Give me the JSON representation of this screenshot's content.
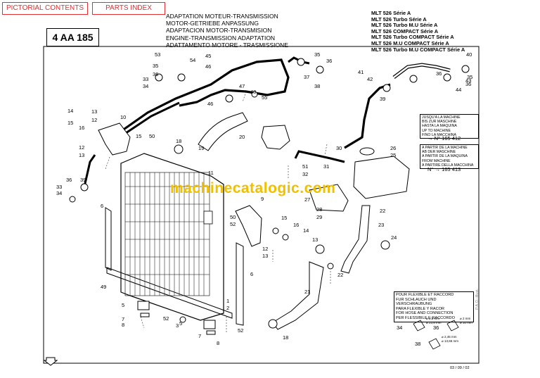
{
  "nav": {
    "pictorial_contents": "PICTORIAL CONTENTS",
    "parts_index": "PARTS INDEX"
  },
  "header": {
    "reference": "4 AA 185",
    "titles": [
      "ADAPTATION MOTEUR-TRANSMISSION",
      "MOTOR-GETRIEBE ANPASSUNG",
      "ADAPTACION MOTOR-TRANSMISION",
      "ENGINE-TRANSMISSION ADAPTATION",
      "ADATTAMENTO MOTORE - TRASMISSIONE"
    ],
    "models": [
      "MLT 526 Série A",
      "MLT 526 Turbo Série A",
      "MLT 526 Turbo M.U Série A",
      "MLT 526 COMPACT Série A",
      "MLT 526 Turbo COMPACT Série A",
      "MLT 526 M.U COMPACT Série A",
      "MLT 526 Turbo M.U COMPACT Série A"
    ]
  },
  "watermark": "machinecatalogic.com",
  "notes": {
    "up_to": {
      "lines": [
        "JUSQU'A LA MACHINE",
        "BIS ZUR MASCHINE",
        "HASTA LA MAQUINA",
        "UP TO MACHINE",
        "FINO LA MACCHINA"
      ],
      "ref": "165 412"
    },
    "from": {
      "lines": [
        "A PARTIR DE LA MACHINE",
        "AB DER MASCHINE",
        "A PARTIR DE LA MAQUINA",
        "FROM MACHINE",
        "A PARTIRE DELLA MACCHINA"
      ],
      "ref": "165 413"
    },
    "hose": {
      "lines": [
        "POUR FLEXIBLE ET RACCORD",
        "FUR SCHLAUCH UND VERSCHRAUBUNG",
        "PARA FLEXIBLE Y RACOR",
        "FOR HOSE AND CONNECTION",
        "PER FLESSIBILE E RACCORDO"
      ]
    }
  },
  "footer": {
    "date": "03 / 09 / 02",
    "illustration": "P.A.O.-Illust."
  },
  "callouts": [
    {
      "n": "53"
    },
    {
      "n": "54"
    },
    {
      "n": "45"
    },
    {
      "n": "46"
    },
    {
      "n": "35"
    },
    {
      "n": "36"
    },
    {
      "n": "35"
    },
    {
      "n": "36"
    },
    {
      "n": "37"
    },
    {
      "n": "38"
    },
    {
      "n": "33"
    },
    {
      "n": "34"
    },
    {
      "n": "47"
    },
    {
      "n": "48"
    },
    {
      "n": "55"
    },
    {
      "n": "46"
    },
    {
      "n": "41"
    },
    {
      "n": "42"
    },
    {
      "n": "40"
    },
    {
      "n": "36"
    },
    {
      "n": "39"
    },
    {
      "n": "35"
    },
    {
      "n": "36"
    },
    {
      "n": "43"
    },
    {
      "n": "44"
    },
    {
      "n": "14"
    },
    {
      "n": "13"
    },
    {
      "n": "12"
    },
    {
      "n": "10"
    },
    {
      "n": "15"
    },
    {
      "n": "16"
    },
    {
      "n": "20"
    },
    {
      "n": "15"
    },
    {
      "n": "50"
    },
    {
      "n": "19"
    },
    {
      "n": "18"
    },
    {
      "n": "12"
    },
    {
      "n": "13"
    },
    {
      "n": "30"
    },
    {
      "n": "26"
    },
    {
      "n": "25"
    },
    {
      "n": "51"
    },
    {
      "n": "32"
    },
    {
      "n": "31"
    },
    {
      "n": "36"
    },
    {
      "n": "39"
    },
    {
      "n": "33"
    },
    {
      "n": "34"
    },
    {
      "n": "11"
    },
    {
      "n": "27"
    },
    {
      "n": "6"
    },
    {
      "n": "9"
    },
    {
      "n": "28"
    },
    {
      "n": "29"
    },
    {
      "n": "22"
    },
    {
      "n": "50"
    },
    {
      "n": "52"
    },
    {
      "n": "16"
    },
    {
      "n": "15"
    },
    {
      "n": "14"
    },
    {
      "n": "13"
    },
    {
      "n": "23"
    },
    {
      "n": "24"
    },
    {
      "n": "12"
    },
    {
      "n": "13"
    },
    {
      "n": "22"
    },
    {
      "n": "6"
    },
    {
      "n": "49"
    },
    {
      "n": "1"
    },
    {
      "n": "2"
    },
    {
      "n": "21"
    },
    {
      "n": "5"
    },
    {
      "n": "7"
    },
    {
      "n": "8"
    },
    {
      "n": "52"
    },
    {
      "n": "3"
    },
    {
      "n": "5"
    },
    {
      "n": "52"
    },
    {
      "n": "7"
    },
    {
      "n": "8"
    },
    {
      "n": "18"
    },
    {
      "n": "34"
    },
    {
      "n": "36"
    },
    {
      "n": "38"
    }
  ],
  "hose_specs": [
    {
      "label": "⌀ 2,5 mm\n⌀ 23,8 mm"
    },
    {
      "label": "⌀ 2 mm\n⌀ 30 mm"
    },
    {
      "label": "⌀ 2,45 mm\n⌀ 13,65 mm"
    }
  ]
}
